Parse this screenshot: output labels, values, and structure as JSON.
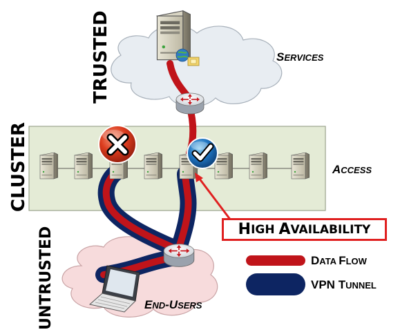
{
  "zones": {
    "trusted": "TRUSTED",
    "cluster": "CLUSTER",
    "untrusted": "UNTRUSTED"
  },
  "labels": {
    "services": {
      "first": "S",
      "rest": "ERVICES"
    },
    "access": {
      "first": "A",
      "rest": "CCESS"
    },
    "end_users": {
      "first1": "E",
      "rest1": "ND",
      "dash": "-",
      "first2": "U",
      "rest2": "SERS"
    }
  },
  "callout": {
    "word1_first": "H",
    "word1_rest": "IGH",
    "word2_first": "A",
    "word2_rest": "VAILABILITY"
  },
  "legend": {
    "data_flow": {
      "first1": "D",
      "rest1": "ATA ",
      "first2": "F",
      "rest2": "LOW",
      "color": "#c0141a"
    },
    "vpn_tunnel": {
      "first1": "VPN ",
      "first2": "T",
      "rest2": "UNNEL",
      "color": "#0d2562"
    }
  },
  "status_icons": {
    "failed_node": "close-x-icon",
    "active_node": "checkmark-icon"
  },
  "colors": {
    "cluster_band": "#e4ebd6",
    "trusted_cloud": "#e8edf2",
    "untrusted_cloud": "#f7dbdc",
    "failed": "#d73a1f",
    "active": "#1a5ea8",
    "callout_border": "#e02020"
  }
}
